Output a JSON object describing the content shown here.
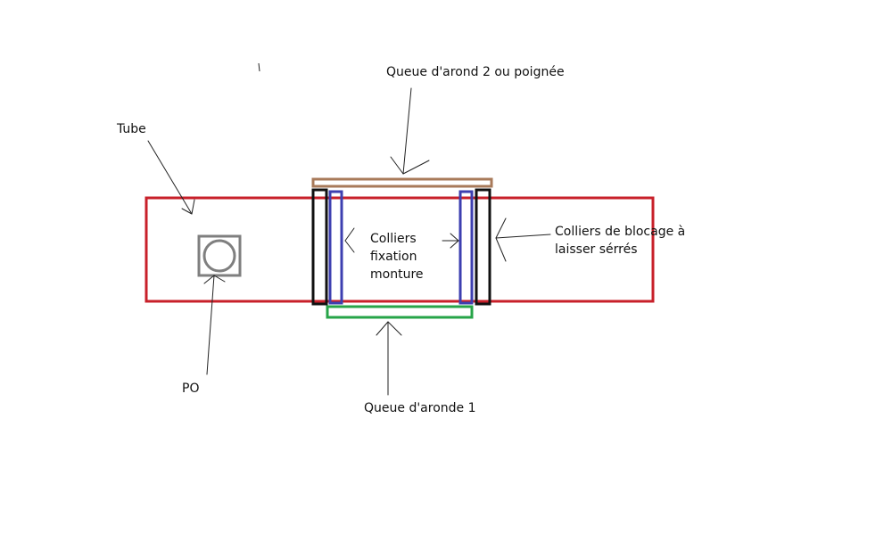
{
  "labels": {
    "tube": "Tube",
    "queue2": "Queue d'arond 2 ou poignée",
    "colliers_fixation": [
      "Colliers",
      "fixation",
      "monture"
    ],
    "colliers_blocage": [
      "Colliers de blocage à",
      "laisser sérrés"
    ],
    "po": "PO",
    "queue1": "Queue d'aronde 1"
  },
  "colors": {
    "tube": "#c8202a",
    "queue2": "#a87a5a",
    "queue1": "#27a448",
    "fixation": "#3d3fb0",
    "blocage": "#111111",
    "po": "#7f7f7f",
    "arrows": "#222222"
  }
}
